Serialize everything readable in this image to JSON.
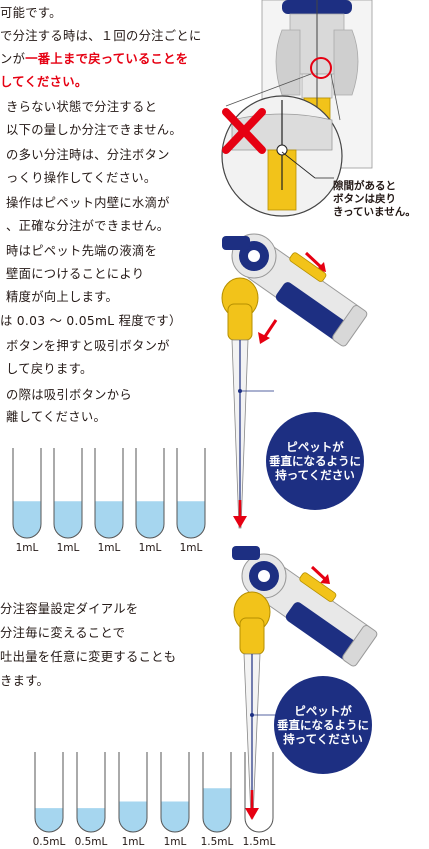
{
  "instructions": {
    "line1": "可能です。",
    "line2": "で分注する時は、１回の分注ごとに",
    "line3_plain": "ンが",
    "line3_red": "一番上まで戻っていることを",
    "line4_red": "してください。",
    "line5": "きらない状態で分注すると",
    "line6": "以下の量しか分注できません。",
    "line7": "の多い分注時は、分注ボタン",
    "line8": "っくり操作してください。",
    "line9": "操作はピペット内壁に水滴が",
    "line10": "、正確な分注ができません。",
    "line11": "時はピペット先端の液滴を",
    "line12": "壁面につけることにより",
    "line13": "精度が向上します。",
    "line14": "は 0.03 〜 0.05mL 程度です）",
    "line15": "ボタンを押すと吸引ボタンが",
    "line16": "して戻ります。",
    "line17": "の際は吸引ボタンから",
    "line18": "離してください。"
  },
  "instructions2": {
    "line1": "分注容量設定ダイアルを",
    "line2": "分注毎に変えることで",
    "line3": "吐出量を任意に変更することも",
    "line4": "きます。"
  },
  "callout": {
    "line1": "隙間があると",
    "line2": "ボタンは戻り",
    "line3": "きっていません。"
  },
  "bubble1": {
    "line1": "ピペットが",
    "line2": "垂直になるように",
    "line3": "持ってください"
  },
  "bubble2": {
    "line1": "ピペットが",
    "line2": "垂直になるように",
    "line3": "持ってください"
  },
  "tubes1": {
    "labels": [
      "1mL",
      "1mL",
      "1mL",
      "1mL",
      "1mL"
    ],
    "fill_levels": [
      0.3,
      0.3,
      0.3,
      0.3,
      0.3
    ]
  },
  "tubes2": {
    "labels": [
      "0.5mL",
      "0.5mL",
      "1mL",
      "1mL",
      "1.5mL",
      "1.5mL"
    ],
    "fill_levels": [
      0.15,
      0.15,
      0.25,
      0.25,
      0.45,
      0.0
    ]
  },
  "colors": {
    "accent_red": "#e60012",
    "navy": "#1d2f82",
    "liquid": "#a6d6ef",
    "yellow": "#f2c31a"
  }
}
